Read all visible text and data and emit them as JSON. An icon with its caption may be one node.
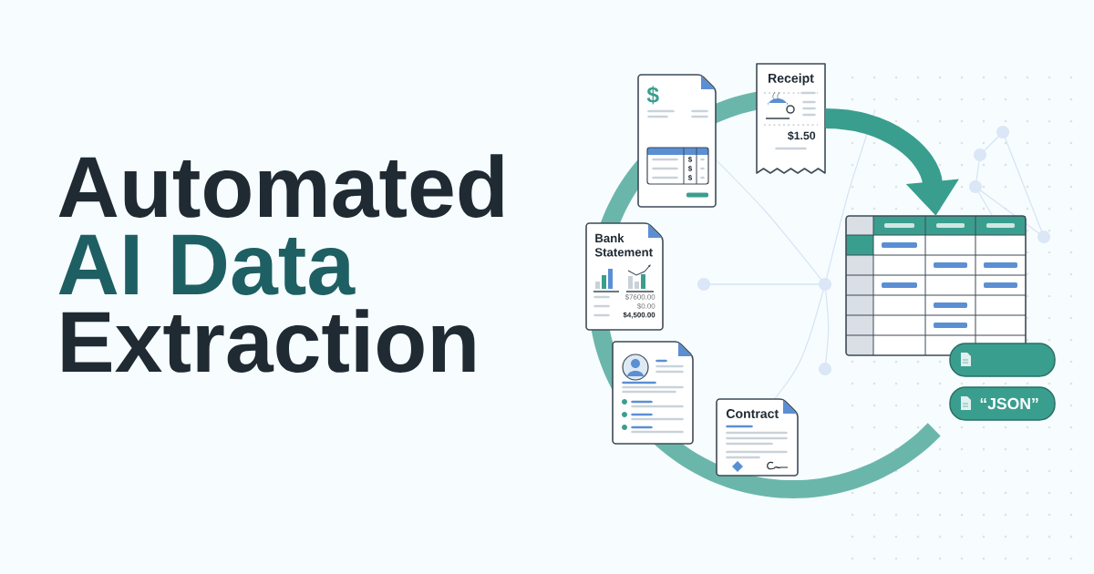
{
  "diagram": {
    "nodes": [
      {
        "text": [
          "$",
          "$",
          "$",
          "$"
        ]
      },
      {
        "text": [
          "Receipt",
          "$1.50"
        ]
      },
      {
        "text": [
          "Bank Statement",
          "$7600.00",
          "$0.00",
          "$4,500.00"
        ]
      },
      {
        "text": [],
        "shape": "document"
      },
      {
        "text": [
          "Contract"
        ]
      },
      {
        "text": [],
        "shape": "table"
      },
      {
        "text": [],
        "shape": "box"
      },
      {
        "text": [
          "“JSON”"
        ]
      }
    ],
    "edges": [
      {
        "from": 1,
        "to": 5,
        "arrow": "to"
      }
    ],
    "labels": [
      "Automated",
      "AI Data",
      "Extraction"
    ]
  }
}
